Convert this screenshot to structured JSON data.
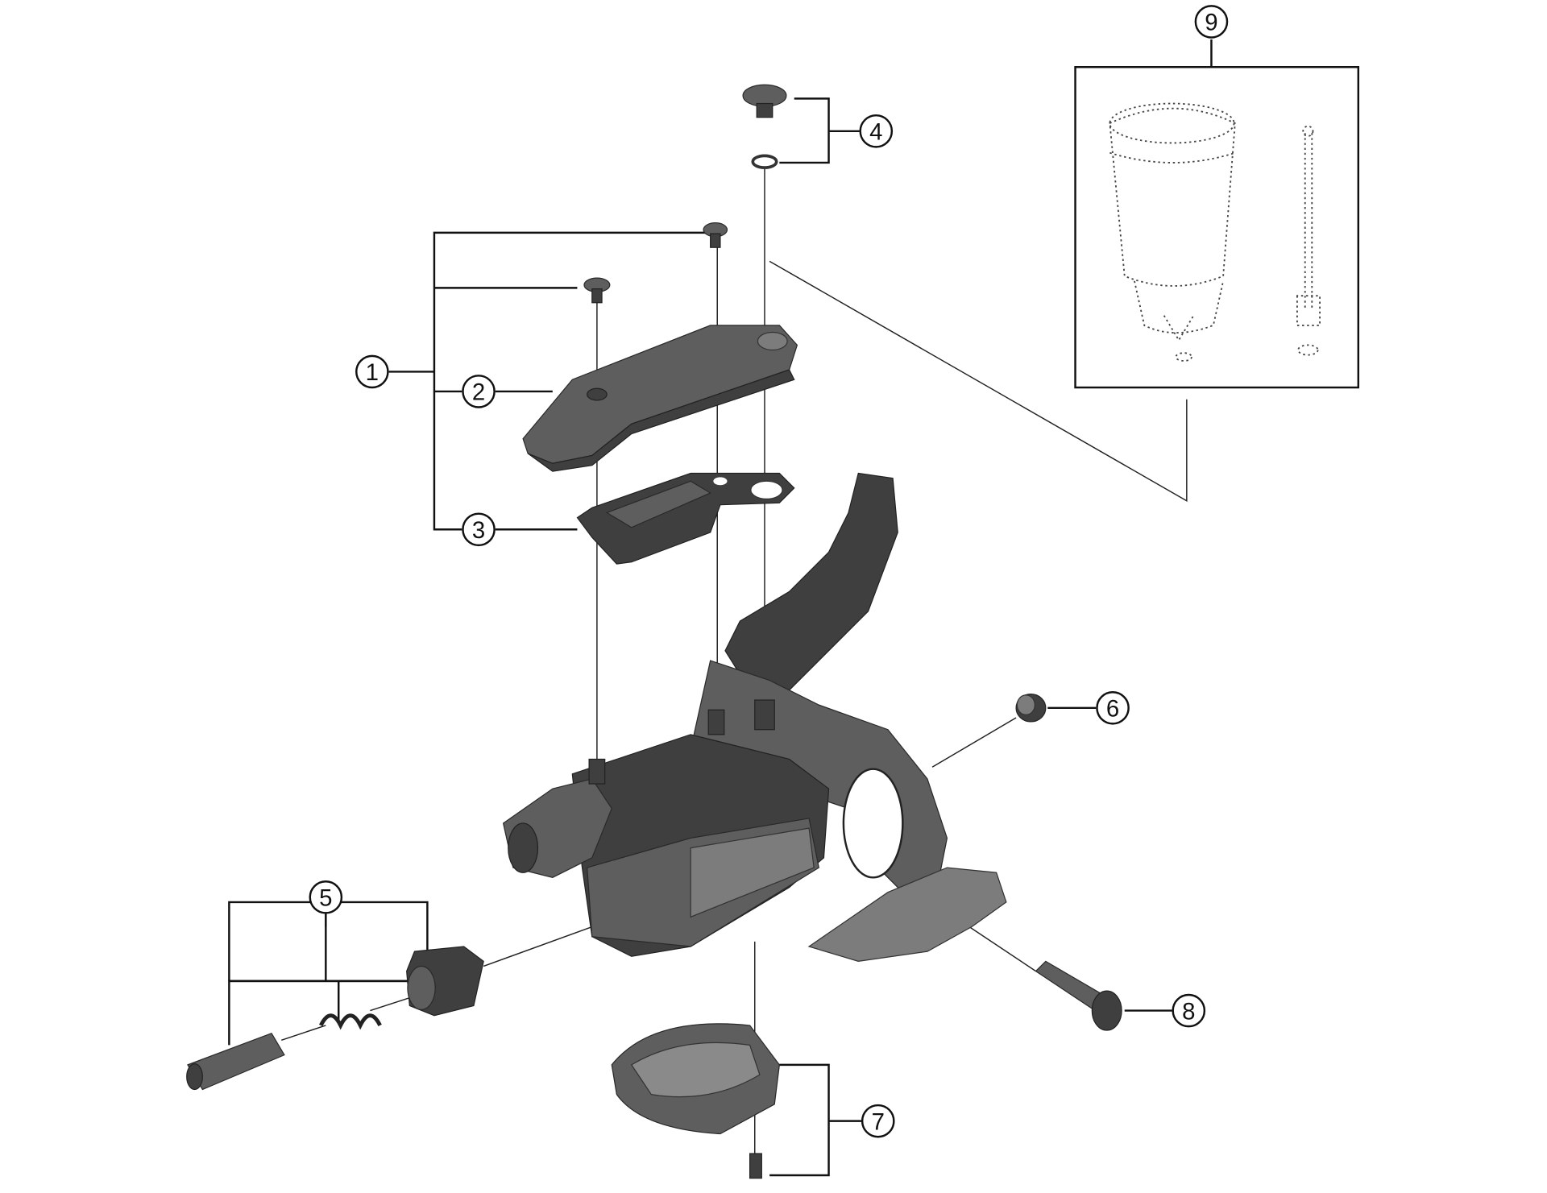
{
  "diagram": {
    "type": "exploded-parts-diagram",
    "callouts": [
      {
        "id": "1",
        "label": "1"
      },
      {
        "id": "2",
        "label": "2"
      },
      {
        "id": "3",
        "label": "3"
      },
      {
        "id": "4",
        "label": "4"
      },
      {
        "id": "5",
        "label": "5"
      },
      {
        "id": "6",
        "label": "6"
      },
      {
        "id": "7",
        "label": "7"
      },
      {
        "id": "8",
        "label": "8"
      },
      {
        "id": "9",
        "label": "9"
      }
    ]
  }
}
